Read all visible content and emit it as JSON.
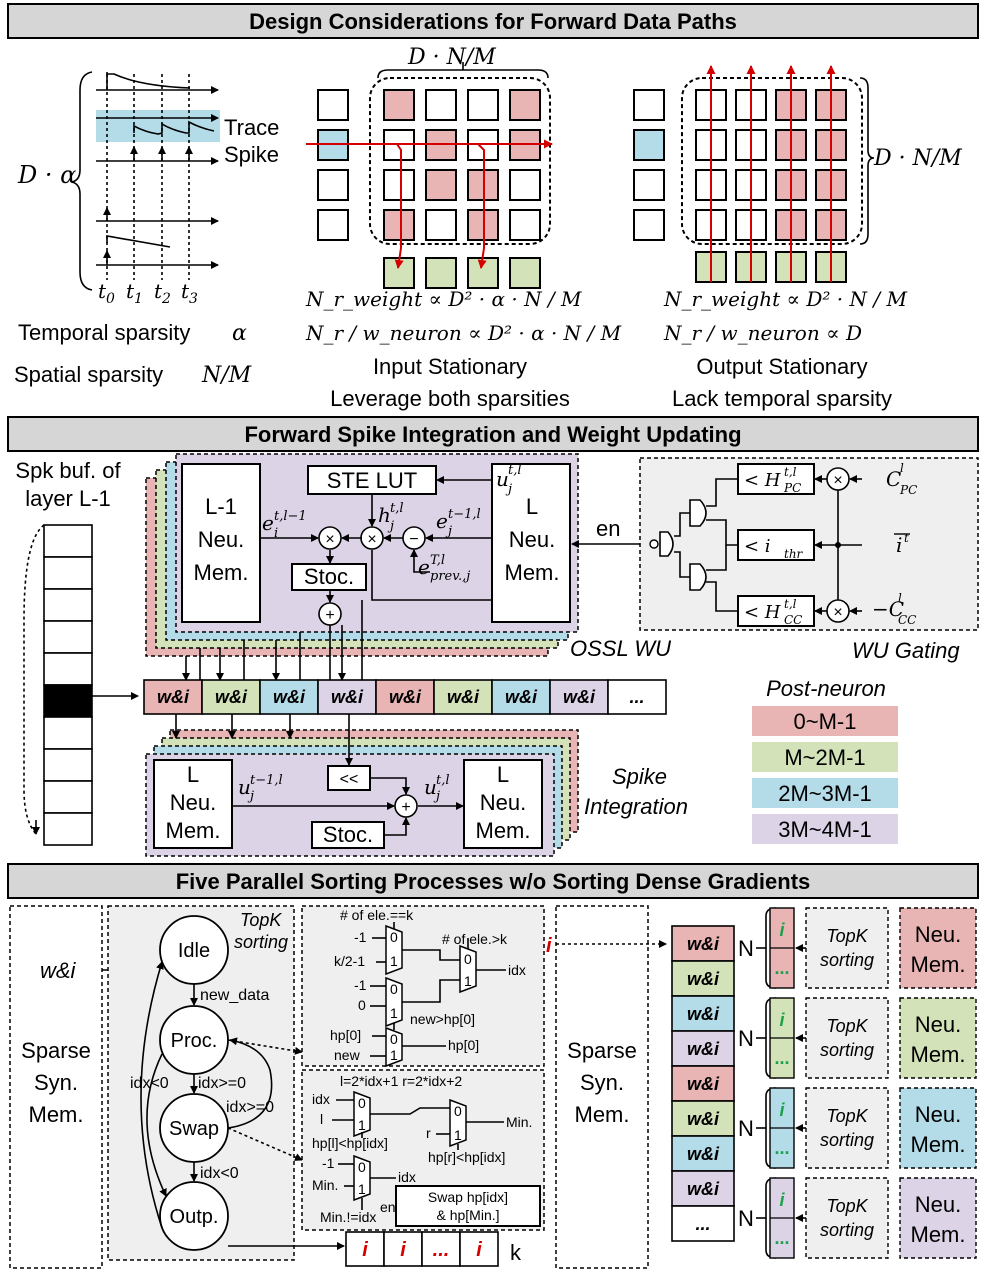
{
  "banners": {
    "top": "Design Considerations for Forward Data Paths",
    "middle": "Forward Spike Integration and Weight Updating",
    "bottom": "Five Parallel Sorting Processes w/o Sorting Dense Gradients"
  },
  "top": {
    "d_alpha": "D · α",
    "trace": "Trace",
    "spike": "Spike",
    "times": [
      "t",
      "0",
      "t",
      "1",
      "t",
      "2",
      "t",
      "3"
    ],
    "temporal": "Temporal sparsity",
    "temporal_sym": "α",
    "spatial": "Spatial sparsity",
    "spatial_sym": "N/M",
    "dnm_top": "D · N/M",
    "dnm_right": "D · N/M",
    "is_eq1": "N_r_weight ∝ D² · α · N / M",
    "is_eq2": "N_r / w_neuron ∝ D² · α · N / M",
    "os_eq1": "N_r_weight ∝ D² · N / M",
    "os_eq2": "N_r / w_neuron ∝ D",
    "is_title": "Input Stationary",
    "is_sub": "Leverage both sparsities",
    "os_title": "Output Stationary",
    "os_sub": "Lack temporal sparsity"
  },
  "middle": {
    "spk_buf_1": "Spk buf. of",
    "spk_buf_2": "layer L-1",
    "l1_mem": [
      "L-1",
      "Neu.",
      "Mem."
    ],
    "l_mem": [
      "L",
      "Neu.",
      "Mem."
    ],
    "ste_lut": "STE LUT",
    "stoc": "Stoc.",
    "e_i": "e",
    "h_j": "h",
    "e_j": "e",
    "e_prev": "e",
    "u_j": "u",
    "en": "en",
    "ossl_wu": "OSSL WU",
    "wu_gating": "WU Gating",
    "thresh_pc": "< H",
    "thresh_thr": "< i",
    "thresh_cc": "< H",
    "c_pc": "C",
    "c_cc": "−C",
    "i_bar": "i",
    "wi_cells": [
      "w&i",
      "w&i",
      "w&i",
      "w&i",
      "w&i",
      "w&i",
      "w&i",
      "w&i",
      "..."
    ],
    "shift": "<<",
    "spike_integration_1": "Spike",
    "spike_integration_2": "Integration",
    "post_neuron": "Post-neuron",
    "legend": [
      "0~M-1",
      "M~2M-1",
      "2M~3M-1",
      "3M~4M-1"
    ]
  },
  "bottom": {
    "wi_in": "w&i",
    "sparse_mem": [
      "Sparse",
      "Syn.",
      "Mem."
    ],
    "topk_1": "TopK",
    "topk_2": "sorting",
    "states": [
      "Idle",
      "Proc.",
      "Swap",
      "Outp."
    ],
    "new_data": "new_data",
    "idx_lt0_a": "idx<0",
    "idx_ge0_a": "idx>=0",
    "idx_ge0_b": "idx>=0",
    "idx_lt0_b": "idx<0",
    "mux1": {
      "ele_eq_k": "# of ele.==k",
      "ele_gt_k": "# of ele.>k",
      "in_a": "-1",
      "in_b": "k/2-1",
      "in_c": "-1",
      "in_d": "0",
      "out": "idx",
      "new_hp": "new>hp[0]",
      "hp0_in": "hp[0]",
      "new_in": "new",
      "hp0_out": "hp[0]"
    },
    "mux2": {
      "lr": "l=2*idx+1  r=2*idx+2",
      "idx": "idx",
      "l": "l",
      "r": "r",
      "hp_l": "hp[l]<hp[idx]",
      "hp_r": "hp[r]<hp[idx]",
      "min_out": "Min.",
      "neg1": "-1",
      "min_in": "Min.",
      "idx_out": "idx",
      "en": "en",
      "min_ne": "Min.!=idx",
      "swap_1": "Swap hp[idx]",
      "swap_2": "& hp[Min.]"
    },
    "i": "i",
    "out_cells": [
      "i",
      "i",
      "...",
      "i"
    ],
    "k": "k",
    "N": "N",
    "right_wi": [
      "w&i",
      "w&i",
      "w&i",
      "w&i",
      "w&i",
      "w&i",
      "w&i",
      "w&i",
      "..."
    ],
    "neu_mem": [
      "Neu.",
      "Mem."
    ],
    "small_i": "i",
    "small_dots": "..."
  },
  "colors": {
    "pink": "#e8b4b4",
    "green": "#d3e2b8",
    "blue": "#b4dbe8",
    "purple": "#dcd3e6",
    "red": "#d40000",
    "banner": "#d6d6d6"
  }
}
